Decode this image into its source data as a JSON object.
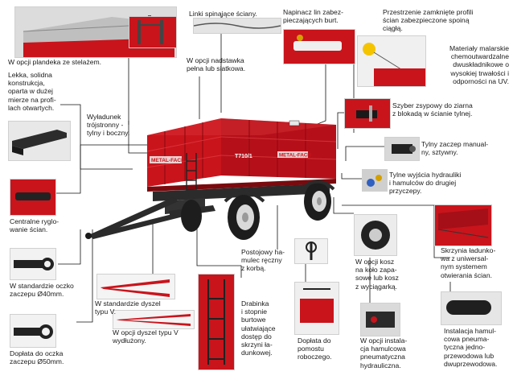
{
  "captions": {
    "tarp": "W opcji plandeka ze stelażem.",
    "chain_link": "Linki spinające ściany.",
    "tensioner": "Napinacz lin zabez-\npieczających burt.",
    "closed_profile": "Przestrzenie zamknięte profili\nścian zabezpieczone spoiną\nciągłą.",
    "paint": "Materiały malarskie\nchemoutwardzalne\ndwuskładnikowe o\nwysokiej trwałości i\nodporności na UV.",
    "construction": "Lekka, solidna\nkonstrukcja,\noparta w dużej\nmierze na profi-\nlach otwartych.",
    "extension": "W opcji nadstawka\npełna lub siatkowa.",
    "unloading": "Wyładunek\ntrójstronny -\ntylny i boczny.",
    "slide_gate": "Szyber zsypowy do ziarna\nz blokadą w ścianie tylnej.",
    "rear_hitch": "Tylny zaczep manual-\nny, sztywny.",
    "hydraulic_outputs": "Tylne wyjścia hydrauliki\ni hamulców do drugiej\nprzyczepy.",
    "central_lock": "Centralne ryglo-\nwanie ścian.",
    "standard_eye": "W standardzie oczko\nzaczepu Ø40mm.",
    "standard_drawbar": "W standardzie dyszel\ntypu V.",
    "optional_drawbar": "W opcji dyszel typu V\nwydłużony.",
    "eye50": "Dopłata do oczka\nzaczepu Ø50mm.",
    "parking_brake": "Postojowy ha-\nmulec ręczny\nz korbą.",
    "spare_wheel": "W opcji kosz\nna koło zapa-\nsowe lub kosz\nz wyciągarką.",
    "ladder": "Drabinka\ni stopnie\nburtowe\nułatwiające\ndostęp do\nskrzyni ła-\ndunkowej.",
    "flap_walls": "Skrzynia ładunko-\nwa z uniwersal-\nnym systemem\notwierania ścian.",
    "platform": "Dopłata do\npomostu\nroboczego.",
    "hydraulic_brake": "W opcji instala-\ncja hamulcowa\npneumatyczna\nhydrauliczna.",
    "air_brake": "Instalacja hamul-\ncowa pneuma-\ntyczna jedno-\nprzewodowa lub\ndwuprzewodowa."
  },
  "trailer": {
    "side_brand": "METAL-FACH",
    "side_model": "T710/1",
    "rear_brand": "METAL-FACH"
  },
  "colors": {
    "body_red": "#c9141c",
    "dark_red": "#8e0a10",
    "chassis": "#2b2b2b",
    "leader_line": "#111111"
  }
}
